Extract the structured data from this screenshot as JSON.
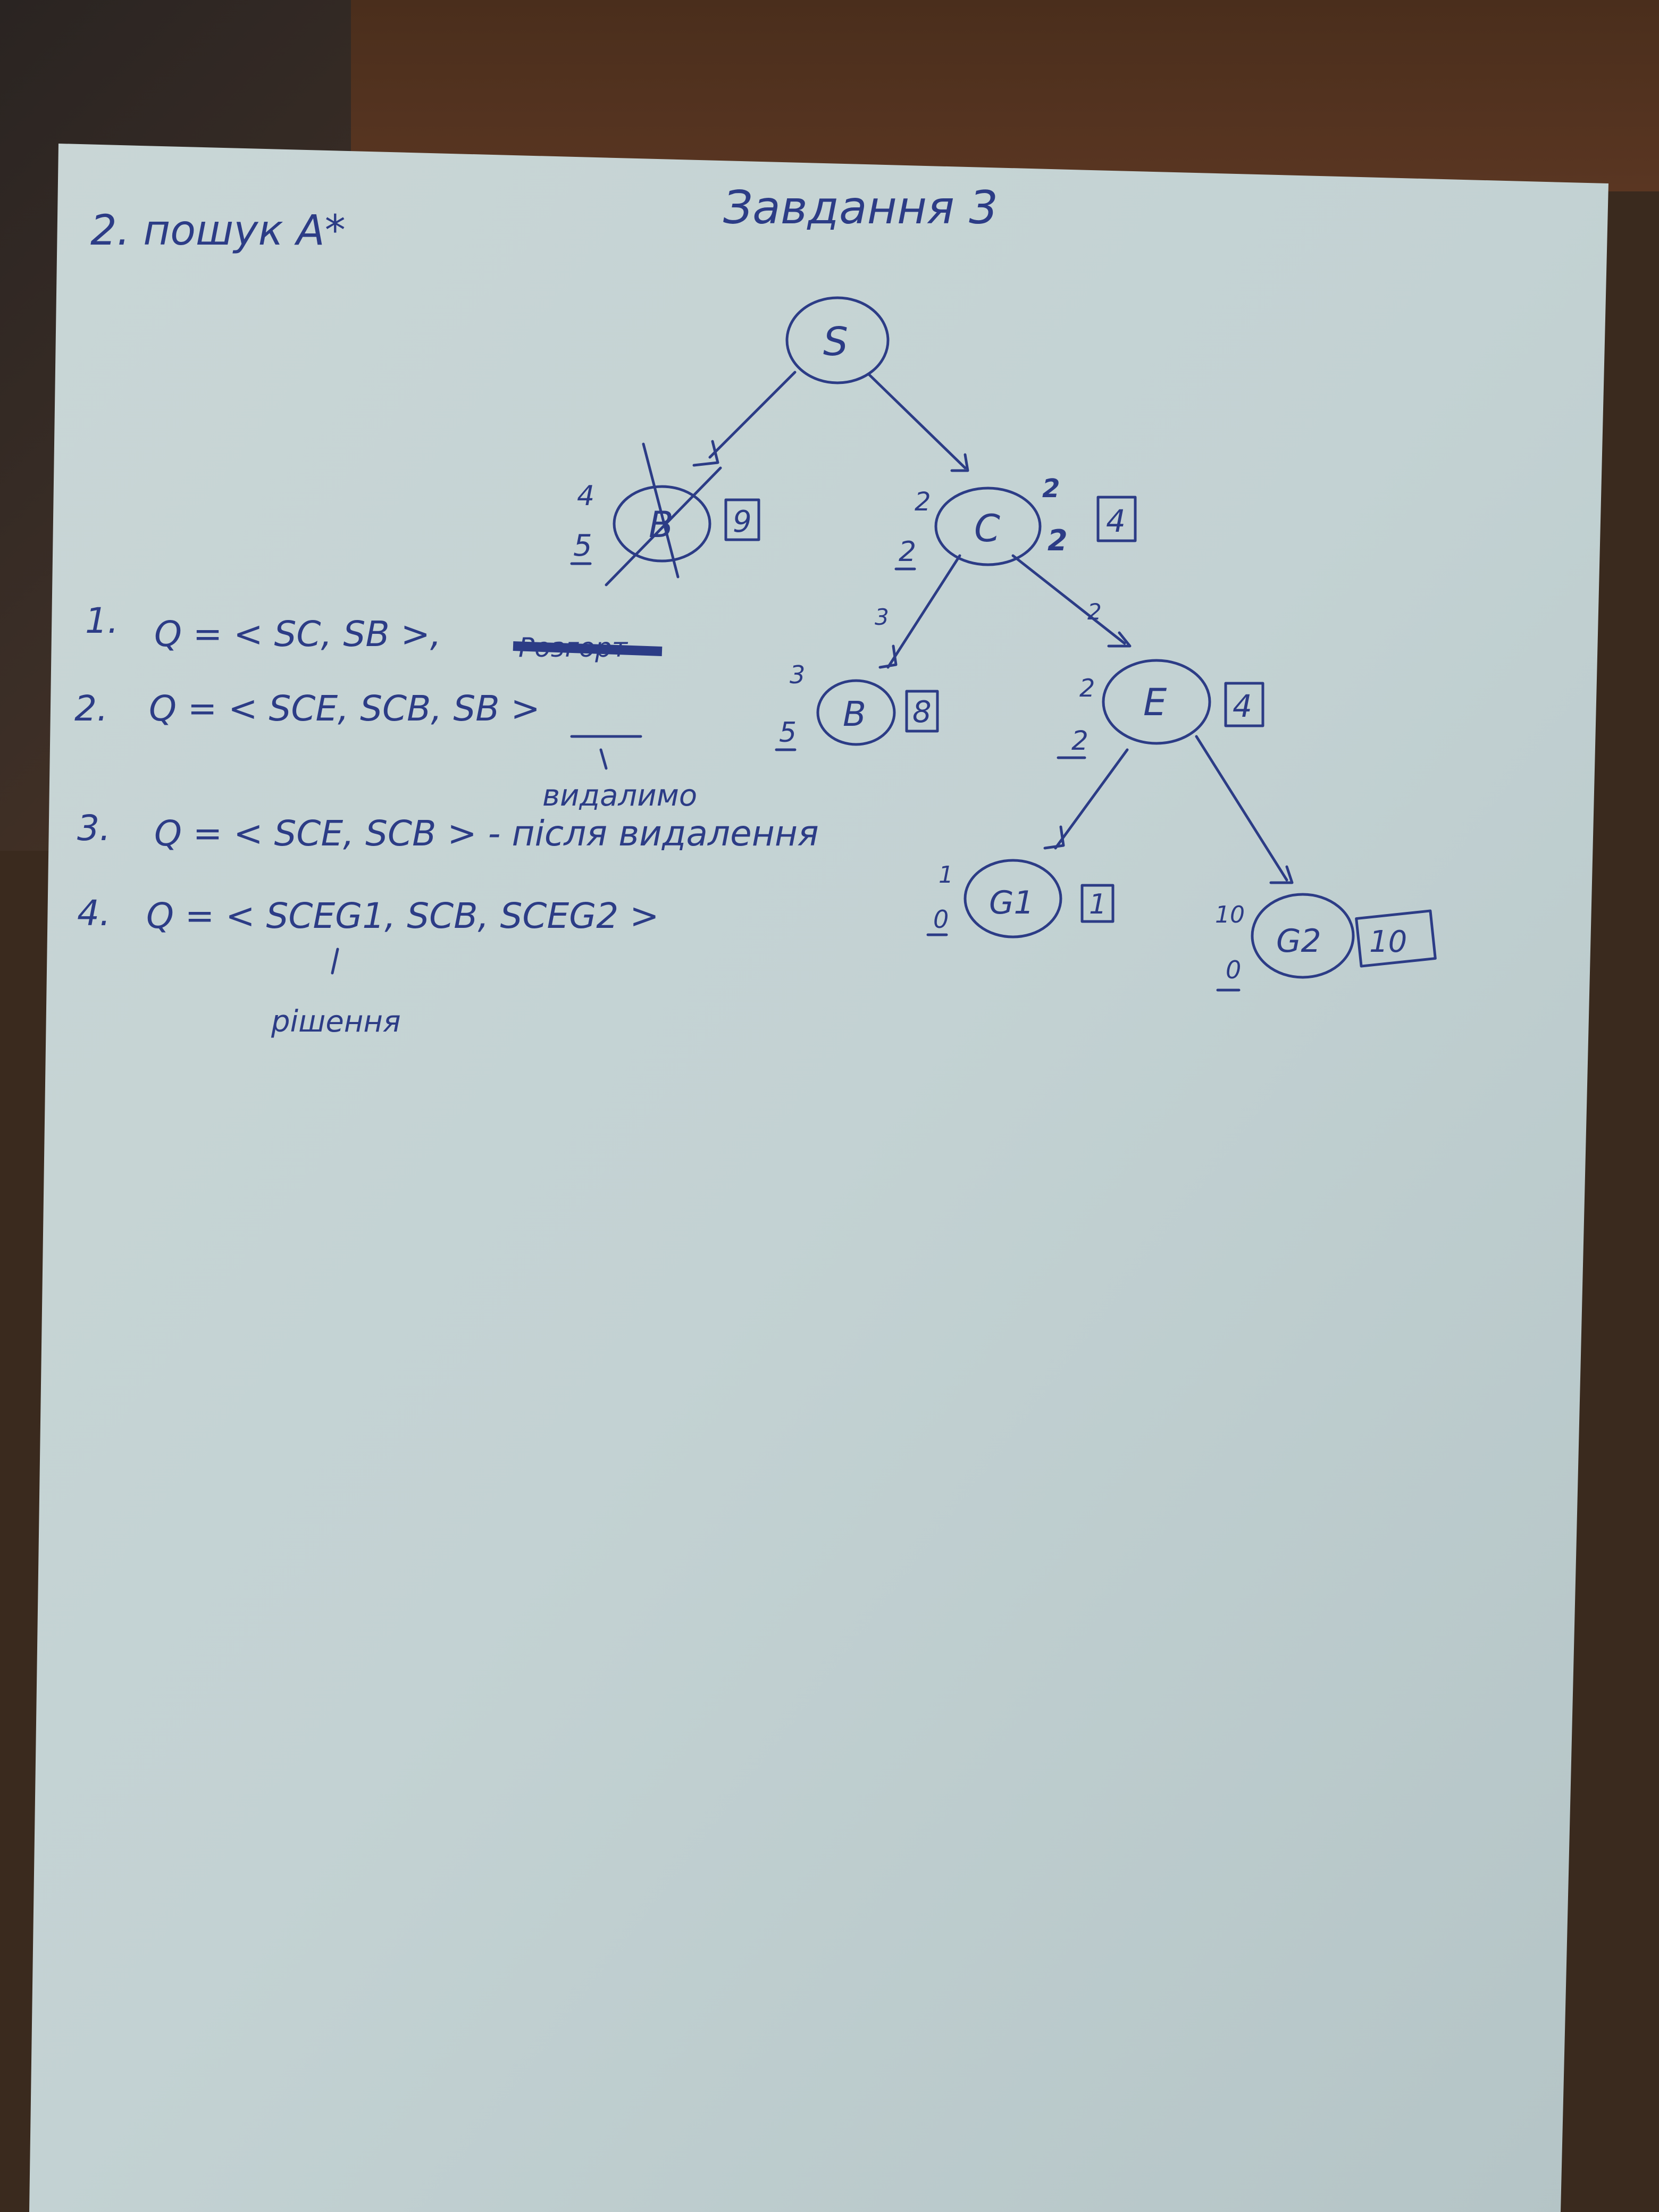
{
  "header": {
    "task_label": "2. пошук A*",
    "title": "Завдання 3"
  },
  "tree": {
    "nodes": [
      {
        "id": "S",
        "label": "S"
      },
      {
        "id": "B_left",
        "label": "B",
        "g": "4",
        "h": "5",
        "f": "9",
        "crossed": true
      },
      {
        "id": "C",
        "label": "C",
        "g": "2",
        "h": "2",
        "g_alt": "2",
        "h_alt": "2",
        "f": "4"
      },
      {
        "id": "B_right",
        "label": "B",
        "g": "3",
        "h": "5",
        "f": "8"
      },
      {
        "id": "E",
        "label": "E",
        "g": "2",
        "h": "2",
        "f": "4"
      },
      {
        "id": "G1",
        "label": "G1",
        "g": "1",
        "h": "0",
        "f": "1"
      },
      {
        "id": "G2",
        "label": "G2",
        "g": "10",
        "h": "0",
        "f": "10"
      }
    ],
    "edge_labels": {
      "C_B": "3",
      "C_E": "2"
    }
  },
  "steps": [
    {
      "num": "1.",
      "text": "Q = < SC, SB >,",
      "struck": "Розгорт"
    },
    {
      "num": "2.",
      "text": "Q = < SCE, SCB, SB >",
      "note": "видалимо"
    },
    {
      "num": "3.",
      "text": "Q = < SCE, SCB > - після видалення"
    },
    {
      "num": "4.",
      "text": "Q = < SCEG1, SCB, SCEG2 >",
      "note": "рішення"
    }
  ]
}
